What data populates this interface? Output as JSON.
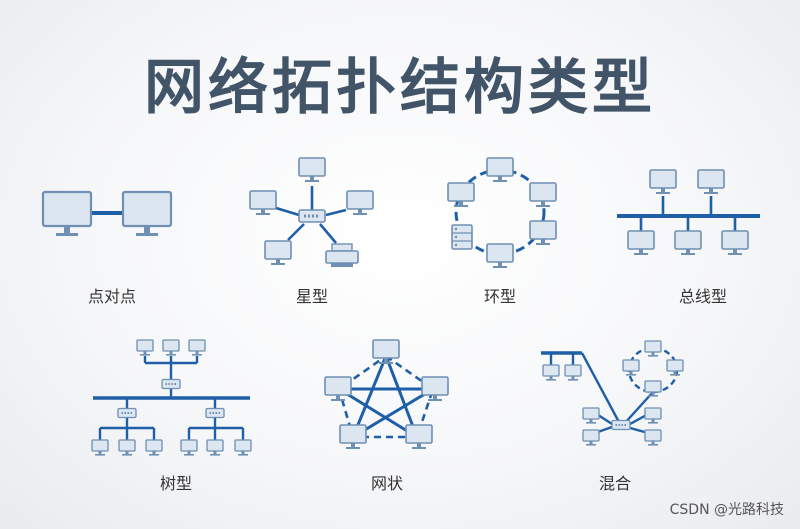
{
  "title": "网络拓扑结构类型",
  "labels": {
    "point_to_point": "点对点",
    "star": "星型",
    "ring": "环型",
    "bus": "总线型",
    "tree": "树型",
    "mesh": "网状",
    "hybrid": "混合"
  },
  "watermark": "CSDN @光路科技",
  "colors": {
    "title": "#425568",
    "link": "#1e5fa8",
    "device_frame": "#6f8fb3",
    "device_screen": "#dce6f0"
  }
}
